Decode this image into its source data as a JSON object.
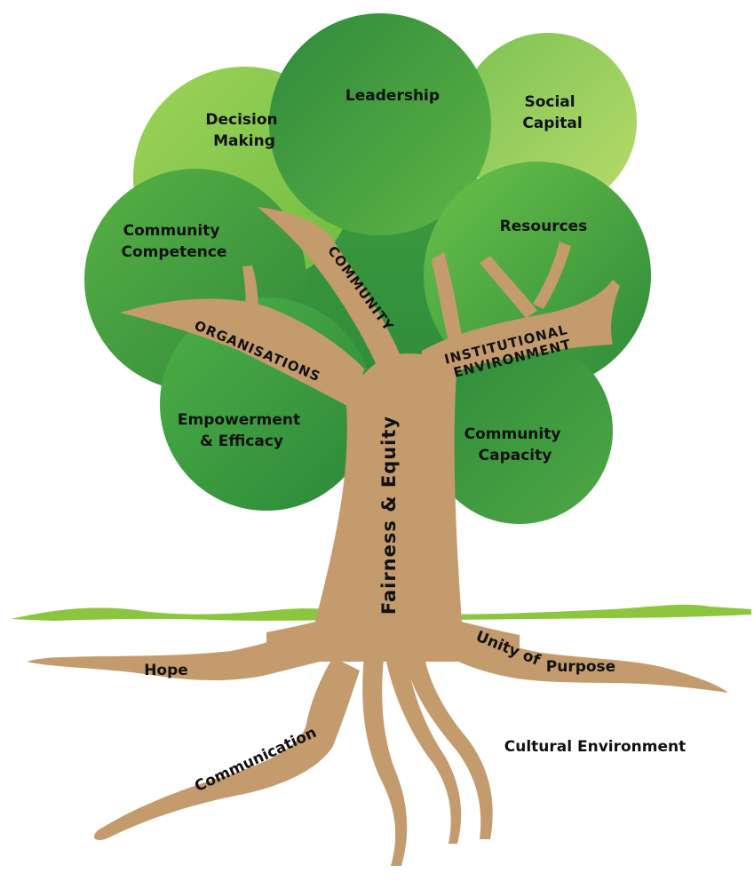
{
  "crown": {
    "decision_making": [
      "Decision",
      "Making"
    ],
    "leadership": [
      "Leadership"
    ],
    "social_capital": [
      "Social",
      "Capital"
    ],
    "community_competence": [
      "Community",
      "Competence"
    ],
    "resources": [
      "Resources"
    ],
    "empowerment_efficacy": [
      "Empowerment",
      "& Efficacy"
    ],
    "community_capacity": [
      "Community",
      "Capacity"
    ]
  },
  "branches": {
    "community": "COMMUNITY",
    "organisations": "ORGANISATIONS",
    "institutional": [
      "INSTITUTIONAL",
      "ENVIRONMENT"
    ]
  },
  "trunk": {
    "label": "Fairness & Equity"
  },
  "roots": {
    "hope": "Hope",
    "communication": "Communication",
    "unity_of": "Unity of",
    "purpose": "Purpose"
  },
  "ground": {
    "label": "Cultural Environment"
  },
  "colors": {
    "bark": "#c49b6c",
    "grass": "#8cc63f",
    "leaf_light": "#8fcf4a",
    "leaf_mid": "#4fae3f",
    "leaf_dark": "#2f8a3a"
  }
}
